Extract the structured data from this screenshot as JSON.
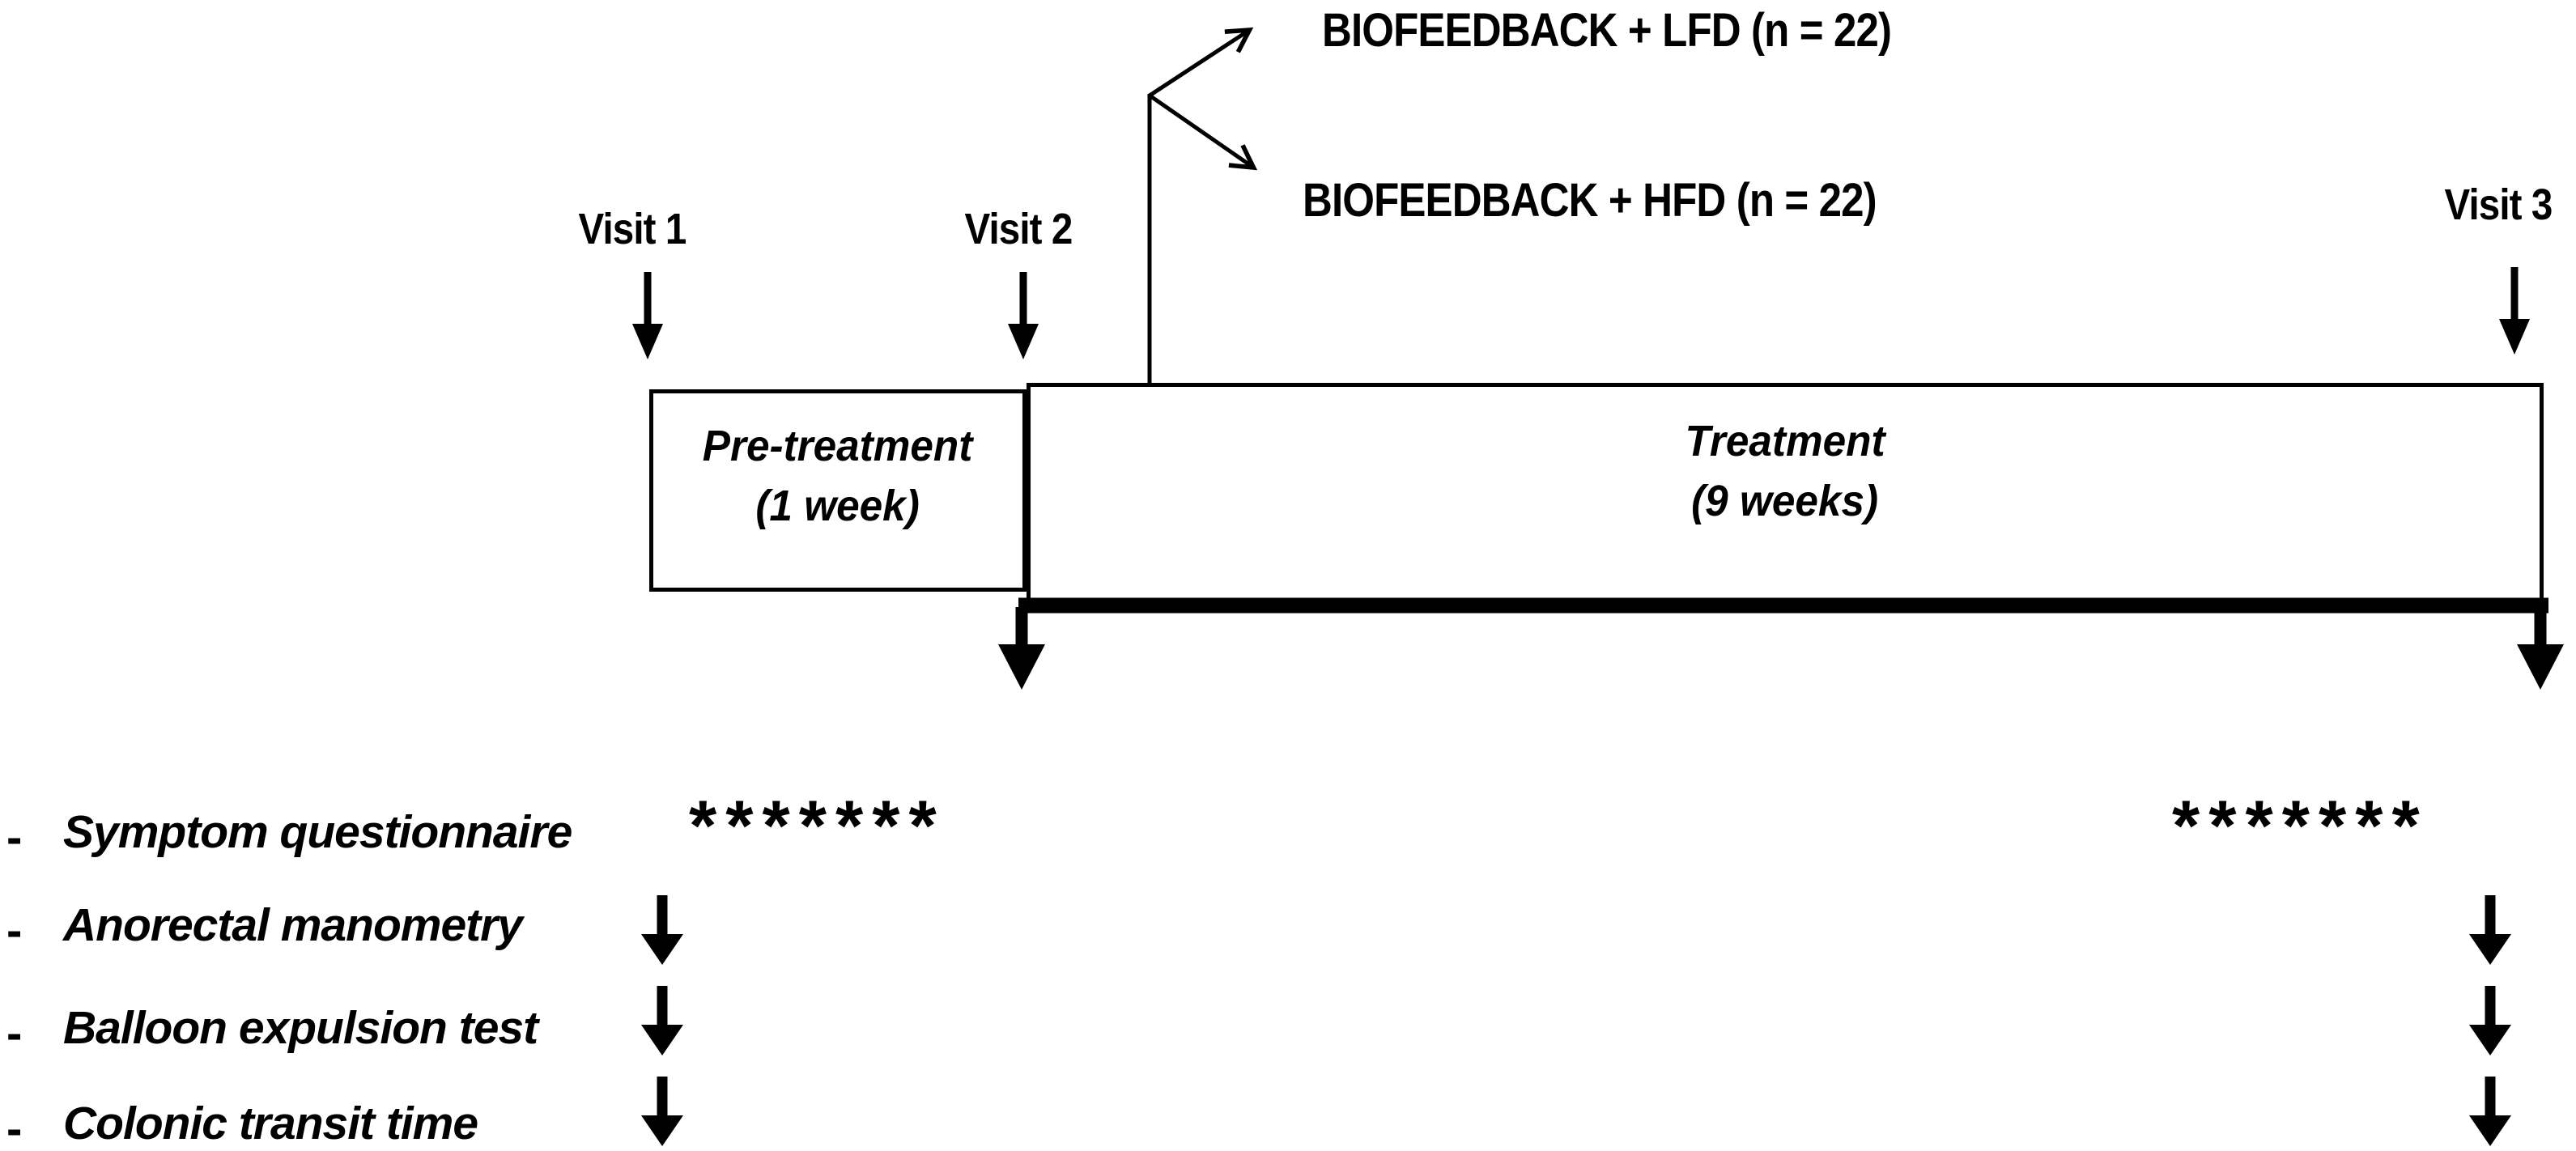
{
  "figure": {
    "background": "#ffffff",
    "ink": "#000000",
    "arms": [
      {
        "label": "BIOFEEDBACK + LFD (n = 22)"
      },
      {
        "label": "BIOFEEDBACK + HFD (n = 22)"
      }
    ],
    "visits": [
      {
        "label": "Visit 1"
      },
      {
        "label": "Visit 2"
      },
      {
        "label": "Visit 3"
      }
    ],
    "phases": [
      {
        "name": "Pre-treatment",
        "duration": "(1 week)"
      },
      {
        "name": "Treatment",
        "duration": "(9 weeks)"
      }
    ],
    "assessments": {
      "bullet": "-",
      "timepoint_marker": "*******",
      "items": [
        {
          "label": "Symptom questionnaire"
        },
        {
          "label": "Anorectal manometry"
        },
        {
          "label": "Balloon expulsion test"
        },
        {
          "label": "Colonic transit time"
        }
      ]
    }
  }
}
